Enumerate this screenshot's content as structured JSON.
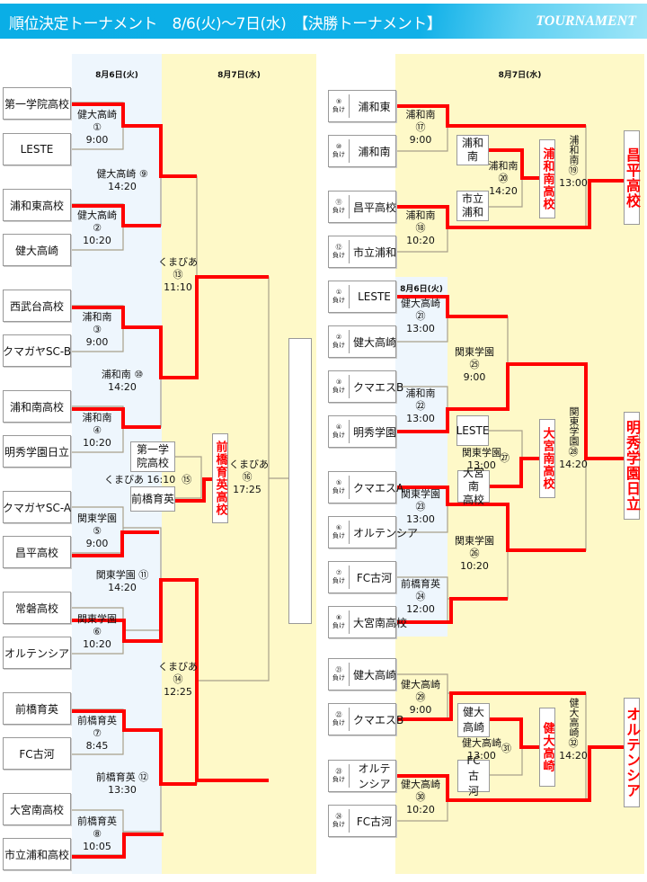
{
  "header": {
    "title": "順位決定トーナメント　8/6(火)〜7日(水)　【決勝トーナメント】",
    "english": "TOURNAMENT"
  },
  "days": {
    "day1": "8月6日(火)",
    "day2": "8月7日(水)"
  },
  "left_bracket": {
    "teams": [
      "第一学院高校",
      "LESTE",
      "浦和東高校",
      "健大高崎",
      "西武台高校",
      "クマガヤSC-B",
      "浦和南高校",
      "明秀学園日立",
      "クマガヤSC-A",
      "昌平高校",
      "常磐高校",
      "オルテンシア",
      "前橋育英",
      "FC古河",
      "大宮南高校",
      "市立浦和高校"
    ],
    "round1": [
      {
        "winner": "健大高崎",
        "num": "①",
        "time": "9:00"
      },
      {
        "winner": "健大高崎",
        "num": "②",
        "time": "10:20"
      },
      {
        "winner": "浦和南",
        "num": "③",
        "time": "9:00"
      },
      {
        "winner": "浦和南",
        "num": "④",
        "time": "10:20"
      },
      {
        "winner": "関東学園",
        "num": "⑤",
        "time": "9:00"
      },
      {
        "winner": "関東学園",
        "num": "⑥",
        "time": "10:20"
      },
      {
        "winner": "前橋育英",
        "num": "⑦",
        "time": "8:45"
      },
      {
        "winner": "前橋育英",
        "num": "⑧",
        "time": "10:05"
      }
    ],
    "round2": [
      {
        "winner": "健大高崎",
        "num": "⑨",
        "time": "14:20"
      },
      {
        "winner": "浦和南",
        "num": "⑩",
        "time": "14:20"
      },
      {
        "winner": "関東学園",
        "num": "⑪",
        "time": "14:20"
      },
      {
        "winner": "前橋育英",
        "num": "⑫",
        "time": "13:30"
      }
    ],
    "semis": [
      {
        "winner": "くまびあ",
        "num": "⑬",
        "time": "11:10"
      },
      {
        "winner": "くまびあ",
        "num": "⑭",
        "time": "12:25"
      }
    ],
    "third_place": {
      "team_a": "第一学院高校",
      "team_b": "前橋育英",
      "venue": "くまびあ",
      "time": "16:10",
      "num": "⑮",
      "winner": "前橋育英高校"
    },
    "final": {
      "venue": "くまびあ",
      "num": "⑯",
      "time": "17:25",
      "champion": ""
    }
  },
  "right_top": {
    "loser_label": "負け",
    "entries": [
      {
        "from": "⑨",
        "team": "浦和東"
      },
      {
        "from": "⑩",
        "team": "浦和南"
      },
      {
        "from": "⑪",
        "team": "昌平高校"
      },
      {
        "from": "⑫",
        "team": "市立浦和"
      }
    ],
    "round1": [
      {
        "winner": "浦和南",
        "num": "⑰",
        "time": "9:00"
      },
      {
        "winner": "浦和南",
        "num": "⑱",
        "time": "10:20"
      }
    ],
    "consolation": {
      "team_a": "浦和南",
      "team_b": "市立浦和",
      "winner_label": "浦和南",
      "num": "⑳",
      "time": "14:20",
      "winner": "浦和南高校"
    },
    "final": {
      "venue": "浦和南",
      "num": "⑲",
      "time": "13:00",
      "champion": "昌平高校"
    }
  },
  "right_mid": {
    "day_label": "8月6日(火)",
    "entries": [
      {
        "from": "①",
        "team": "LESTE"
      },
      {
        "from": "②",
        "team": "健大高崎"
      },
      {
        "from": "③",
        "team": "クマエスB"
      },
      {
        "from": "④",
        "team": "明秀学園"
      },
      {
        "from": "⑤",
        "team": "クマエスA"
      },
      {
        "from": "⑥",
        "team": "オルテンシア"
      },
      {
        "from": "⑦",
        "team": "FC古河"
      },
      {
        "from": "⑧",
        "team": "大宮南高校"
      }
    ],
    "round1": [
      {
        "winner": "健大高崎",
        "num": "㉑",
        "time": "13:00"
      },
      {
        "winner": "浦和南",
        "num": "㉒",
        "time": "13:00"
      },
      {
        "winner": "関東学園",
        "num": "㉓",
        "time": "13:00"
      },
      {
        "winner": "前橋育英",
        "num": "㉔",
        "time": "12:00"
      }
    ],
    "round2": [
      {
        "winner": "関東学園",
        "num": "㉕",
        "time": "9:00"
      },
      {
        "winner": "関東学園",
        "num": "㉖",
        "time": "10:20"
      }
    ],
    "consolation": {
      "team_a": "LESTE",
      "team_b": "大宮南高校",
      "team_b_display": "大宮南\n高校",
      "winner_label": "関東学園",
      "num": "㉗",
      "time": "13:00",
      "winner": "大宮南高校"
    },
    "final": {
      "venue": "関東学園",
      "num": "㉘",
      "time": "14:20",
      "champion": "明秀学園日立"
    }
  },
  "right_bottom": {
    "entries": [
      {
        "from": "㉑",
        "team": "健大高崎"
      },
      {
        "from": "㉒",
        "team": "クマエスB"
      },
      {
        "from": "㉓",
        "team": "オルテンシア"
      },
      {
        "from": "㉔",
        "team": "FC古河"
      }
    ],
    "round1": [
      {
        "winner": "健大高崎",
        "num": "㉙",
        "time": "9:00"
      },
      {
        "winner": "健大高崎",
        "num": "㉚",
        "time": "10:20"
      }
    ],
    "consolation": {
      "team_a": "健大高崎",
      "team_b": "FC古河",
      "winner_label": "健大高崎",
      "num": "㉛",
      "time": "13:00",
      "winner": "健大高崎"
    },
    "final": {
      "venue": "健大高崎",
      "num": "㉜",
      "time": "14:20",
      "champion": "オルテンシア"
    }
  },
  "colors": {
    "win_line": "#ff0000",
    "line": "#a8a08a",
    "banner": "#0aaee6",
    "day1_bg": "#eef6fd",
    "day2_bg": "#fef9c8",
    "winner_text": "#ff0000"
  }
}
